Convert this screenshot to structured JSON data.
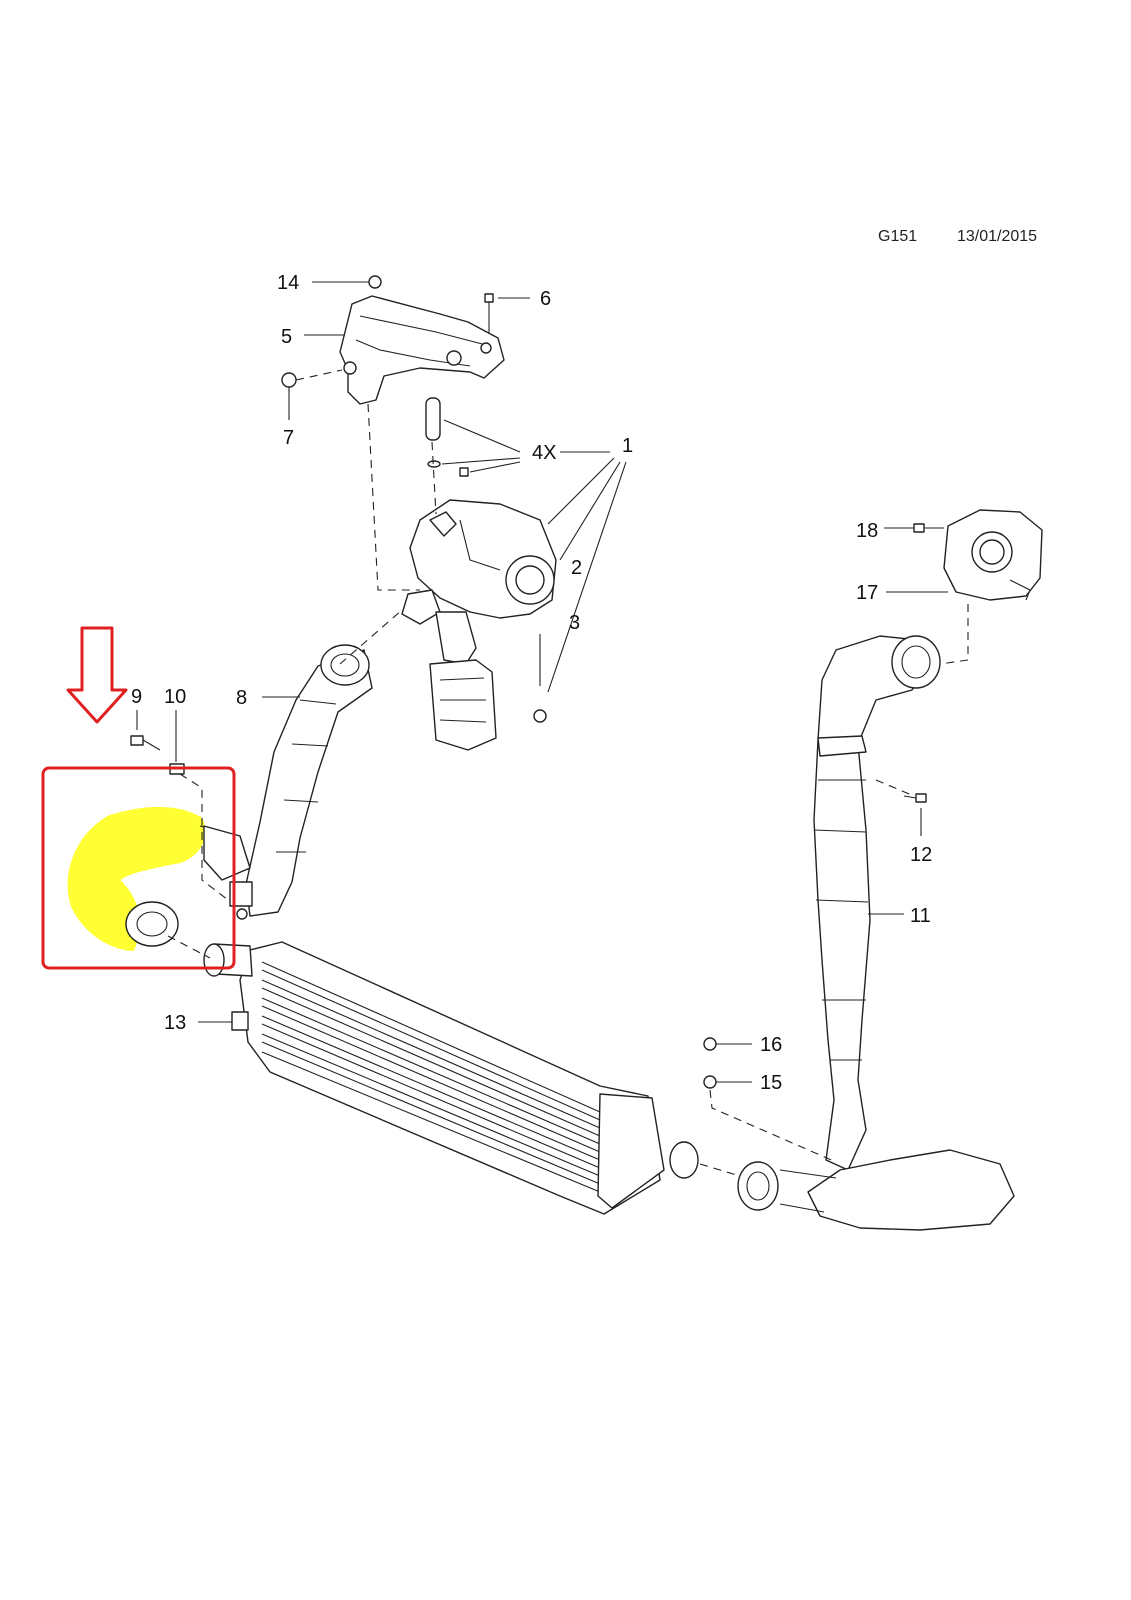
{
  "header": {
    "code": "G151",
    "date": "13/01/2015"
  },
  "callouts": {
    "c1": "1",
    "c2": "2",
    "c3": "3",
    "c4x": "4X",
    "c5": "5",
    "c6": "6",
    "c7": "7",
    "c8": "8",
    "c9": "9",
    "c10": "10",
    "c11": "11",
    "c12": "12",
    "c13": "13",
    "c14": "14",
    "c15": "15",
    "c16": "16",
    "c17": "17",
    "c18": "18"
  },
  "colors": {
    "highlight": "#ffff33",
    "frame": "#e02020",
    "arrow": "#e02020",
    "line": "#222222"
  }
}
